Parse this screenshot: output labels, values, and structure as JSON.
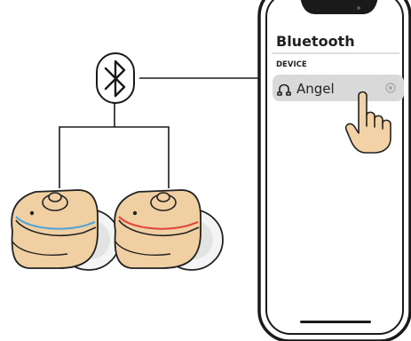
{
  "phone": {
    "screen_title": "Bluetooth",
    "section_label": "DEVICE",
    "device_name": "Angel"
  },
  "icons": {
    "bluetooth": "bluetooth-icon",
    "headphones": "headphones-icon",
    "hand": "hand-pointer-icon",
    "gear": "settings-icon"
  },
  "colors": {
    "earbud_body": "#F0CFA3",
    "left_accent_stripe": "#4FA3D6",
    "right_accent_stripe": "#E0443A",
    "phone_frame": "#1A1A1A",
    "selected_row": "#D9D9D9",
    "hand_skin": "#F2D2A6"
  }
}
